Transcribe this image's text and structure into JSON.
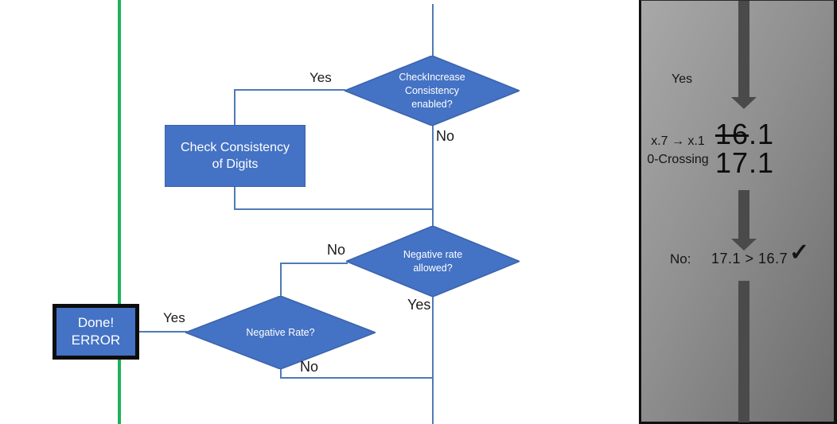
{
  "slide": {
    "flowchart": {
      "decision_check_increase": {
        "line1": "CheckIncrease",
        "line2": "Consistency",
        "line3": "enabled?"
      },
      "process_check_consistency": {
        "line1": "Check Consistency",
        "line2": "of Digits"
      },
      "decision_negative_rate_allowed": {
        "line1": "Negative rate",
        "line2": "allowed?"
      },
      "decision_negative_rate": {
        "line1": "Negative Rate?"
      },
      "terminator_done": {
        "line1": "Done!",
        "line2": "ERROR"
      },
      "branch_labels": {
        "check_increase_yes": "Yes",
        "check_increase_no": "No",
        "negative_rate_allowed_no": "No",
        "negative_rate_allowed_yes": "Yes",
        "negative_rate_yes": "Yes",
        "negative_rate_no": "No"
      }
    },
    "side_panel": {
      "yes_label": "Yes",
      "rule_line1": "x.7 → x.1",
      "rule_line2": "0-Crossing",
      "old_value_struck": "16",
      "old_value_tail": ".1",
      "new_value": "17.1",
      "result_label": "No:",
      "comparison": "17.1 > 16.7",
      "checkmark": "✓"
    },
    "colors": {
      "shape_blue": "#4472C4",
      "shape_border": "#3B63AB",
      "connector_blue": "#4F7AB5",
      "green_line": "#1DB15C",
      "arrow_gray": "#4A4A4A",
      "panel_gradient_top": "#A8A8A8",
      "panel_gradient_bottom": "#6D6D6D"
    }
  }
}
